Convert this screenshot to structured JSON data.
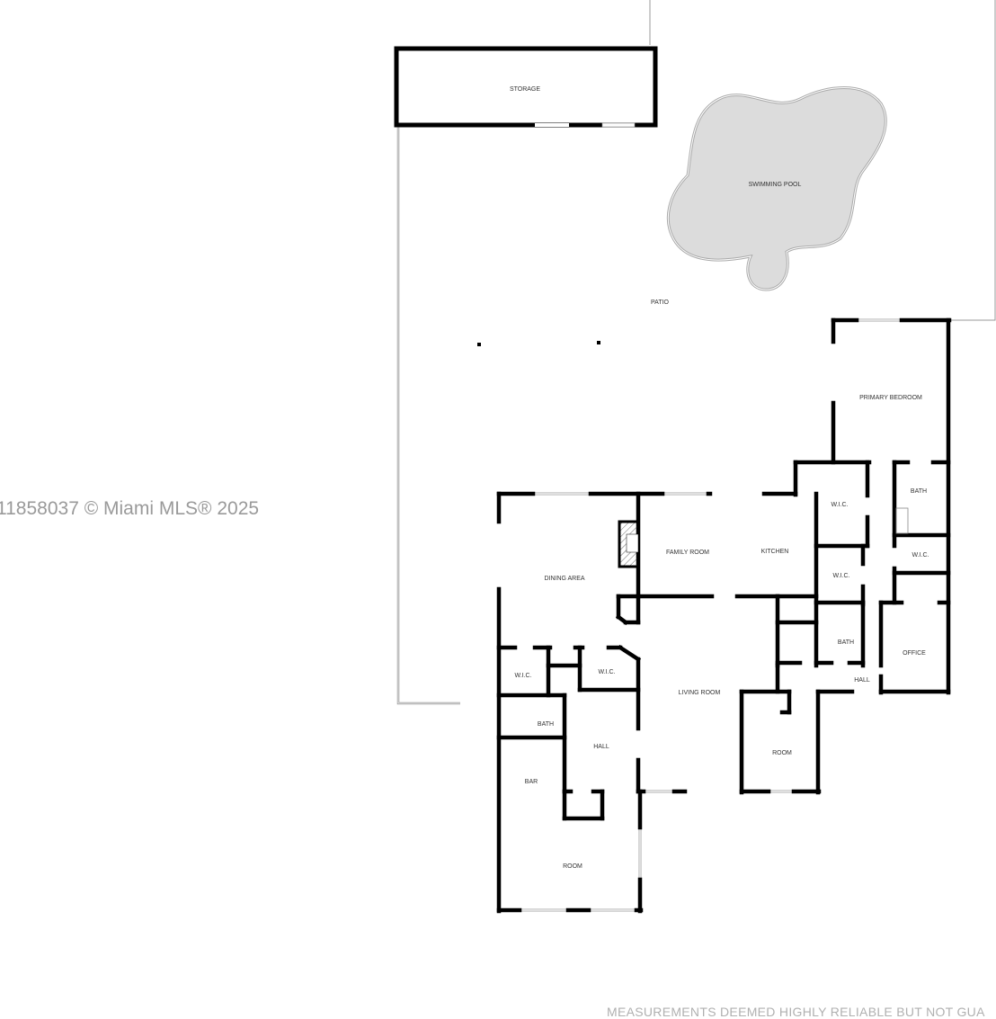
{
  "rooms": {
    "storage": "STORAGE",
    "swimming_pool": "SWIMMING POOL",
    "patio": "PATIO",
    "primary_bedroom": "PRIMARY BEDROOM",
    "wic_1": "W.I.C.",
    "bath_1": "BATH",
    "wic_2": "W.I.C.",
    "wic_3": "W.I.C.",
    "bath_2": "BATH",
    "office": "OFFICE",
    "hall_1": "HALL",
    "family_room": "FAMILY ROOM",
    "kitchen": "KITCHEN",
    "dining_area": "DINING AREA",
    "wic_4": "W.I.C.",
    "wic_5": "W.I.C.",
    "living_room": "LIVING ROOM",
    "bath_3": "BATH",
    "hall_2": "HALL",
    "room_1": "ROOM",
    "bar": "BAR",
    "room_2": "ROOM"
  },
  "watermark": "11858037 © Miami MLS® 2025",
  "disclaimer": "MEASUREMENTS DEEMED HIGHLY RELIABLE BUT NOT GUA",
  "colors": {
    "wall": "#000000",
    "pool_fill": "#dcdcdc",
    "outline": "#9a9a9a"
  }
}
